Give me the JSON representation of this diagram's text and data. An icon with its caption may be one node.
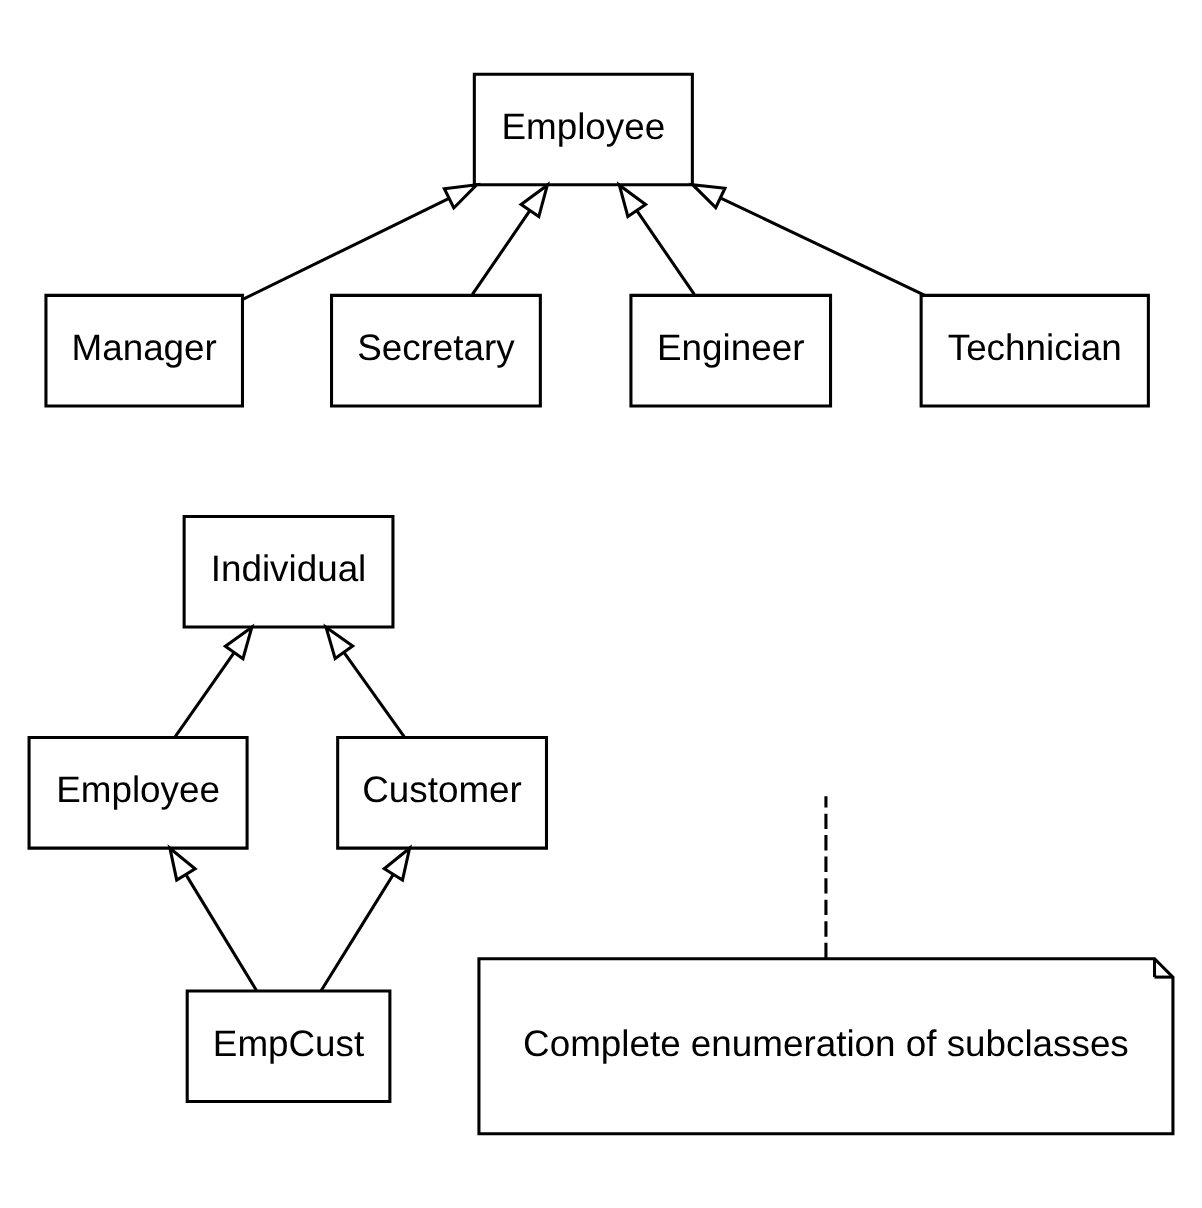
{
  "diagram": {
    "nodes": [
      {
        "text": [
          "Employee"
        ]
      },
      {
        "text": [
          "Manager"
        ]
      },
      {
        "text": [
          "Engineer"
        ]
      },
      {
        "text": [
          "Technician"
        ]
      },
      {
        "text": [
          "Secretary"
        ]
      },
      {
        "text": [
          "Individual"
        ]
      },
      {
        "text": [
          "Employee"
        ]
      },
      {
        "text": [
          "Customer"
        ]
      },
      {
        "text": [
          "EmpCust"
        ]
      },
      {
        "text": [
          "Complete enumeration of subclasses"
        ]
      }
    ],
    "edges": [
      {
        "from": 1,
        "to": 0,
        "arrow": "to"
      },
      {
        "from": 2,
        "to": 0,
        "arrow": "to"
      },
      {
        "from": 3,
        "to": 0,
        "arrow": "to"
      },
      {
        "from": 4,
        "to": 0,
        "arrow": "to"
      },
      {
        "from": 6,
        "to": 5,
        "arrow": "to"
      },
      {
        "from": 7,
        "to": 5,
        "arrow": "to"
      },
      {
        "from": 8,
        "to": 6,
        "arrow": "to"
      },
      {
        "from": 8,
        "to": 7,
        "arrow": "to"
      },
      {
        "from": 9,
        "to": null,
        "arrow": "none",
        "style": "dashed"
      }
    ]
  }
}
